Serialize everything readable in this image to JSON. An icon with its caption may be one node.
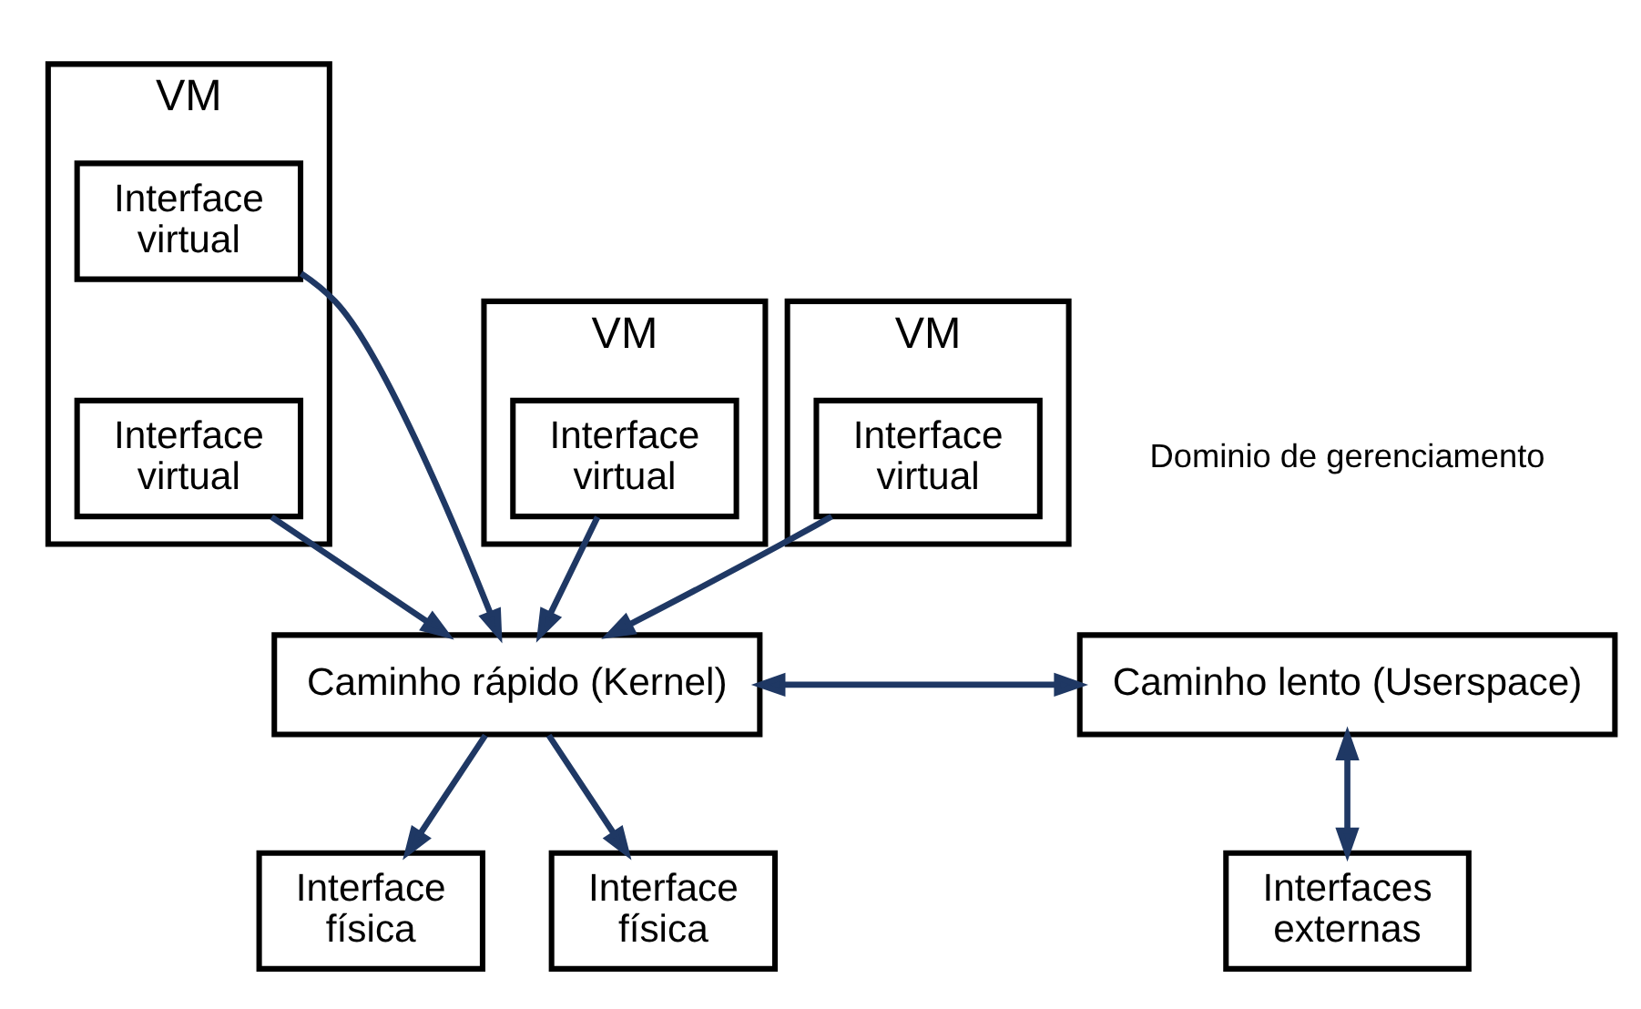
{
  "diagram": {
    "nodes": [
      {
        "text": [
          "VM"
        ]
      },
      {
        "text": [
          "Interface virtual"
        ],
        "in": 0
      },
      {
        "text": [
          "Interface virtual"
        ],
        "in": 0
      },
      {
        "text": [
          "VM"
        ]
      },
      {
        "text": [
          "Interface virtual"
        ],
        "in": 3
      },
      {
        "text": [
          "VM"
        ]
      },
      {
        "text": [
          "Interface virtual"
        ],
        "in": 5
      },
      {
        "text": [
          "Caminho lento (Userspace)"
        ]
      },
      {
        "text": [
          "Caminho rápido (Kernel)"
        ]
      },
      {
        "text": [
          "Interfaces externas"
        ]
      },
      {
        "text": [
          "Interface física"
        ]
      },
      {
        "text": [
          "Interface física"
        ]
      }
    ],
    "edges": [
      {
        "from": 1,
        "to": 8,
        "arrow": "to"
      },
      {
        "from": 2,
        "to": 8,
        "arrow": "to"
      },
      {
        "from": 4,
        "to": 8,
        "arrow": "to"
      },
      {
        "from": 6,
        "to": 8,
        "arrow": "to"
      },
      {
        "from": 7,
        "to": 8,
        "arrow": "both"
      },
      {
        "from": 7,
        "to": 9,
        "arrow": "both"
      },
      {
        "from": 8,
        "to": 10,
        "arrow": "to"
      },
      {
        "from": 8,
        "to": 11,
        "arrow": "to"
      }
    ],
    "labels": [
      "Dominio de gerenciamento"
    ]
  }
}
